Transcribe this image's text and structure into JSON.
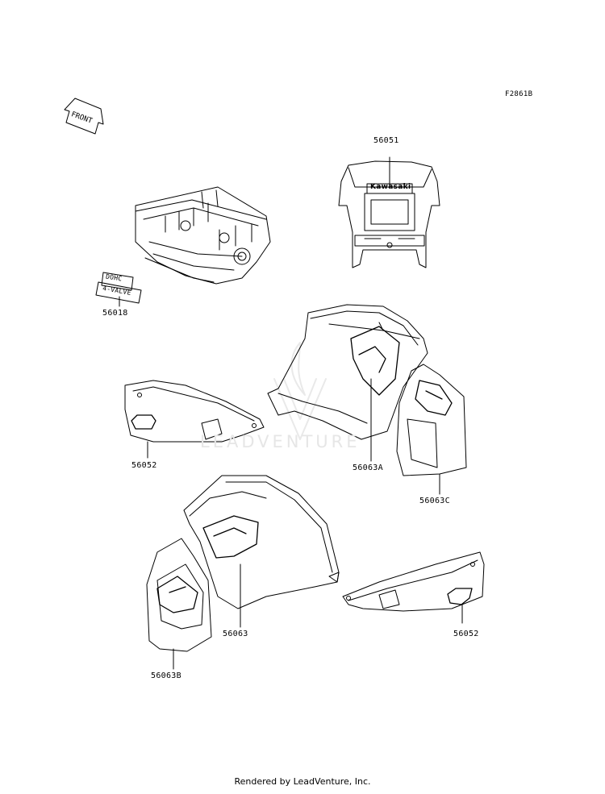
{
  "diagram_code": "F2861B",
  "front_arrow_text": "FRONT",
  "decal_engine": {
    "line1": "DOHC",
    "line2": "4-VALVE"
  },
  "fairing_brand": "Kawasaki",
  "parts": {
    "p56051": "56051",
    "p56018": "56018",
    "p56052_left": "56052",
    "p56063A": "56063A",
    "p56063C": "56063C",
    "p56063": "56063",
    "p56063B": "56063B",
    "p56052_right": "56052"
  },
  "watermark": "LEADVENTURE",
  "footer": "Rendered by LeadVenture, Inc.",
  "colors": {
    "line": "#000000",
    "paper": "#ffffff",
    "watermark": "#e6e6e6"
  }
}
